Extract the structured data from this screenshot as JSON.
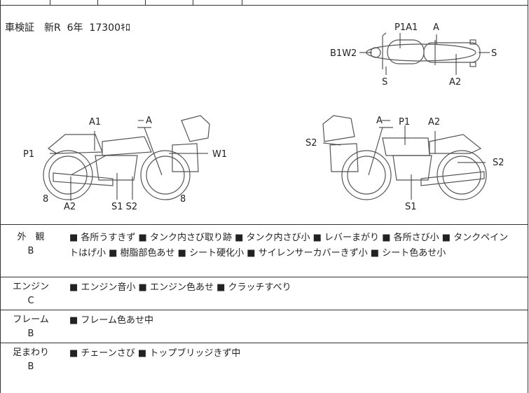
{
  "header": {
    "text": "車検証　新R  6年  17300ｷﾛ"
  },
  "diagram": {
    "labels": {
      "top_p1a1": "P1A1",
      "top_a": "A",
      "top_b1w2": "B1W2",
      "top_s_right": "S",
      "top_s_bottom": "S",
      "top_a2": "A2",
      "left_a1": "A1",
      "left_a": "A",
      "left_p1": "P1",
      "left_w1": "W1",
      "left_8a": "8",
      "left_a2": "A2",
      "left_s1s2": "S1 S2",
      "left_8b": "8",
      "right_a": "A",
      "right_p1": "P1",
      "right_a2": "A2",
      "right_s2a": "S2",
      "right_s2b": "S2",
      "right_s1": "S1"
    }
  },
  "sections": [
    {
      "label": "外　観",
      "grade": "B",
      "items_line1": "■ 各所うすきず ■ タンク内さび取り跡 ■ タンク内さび小 ■ レバーまがり ■ 各所さび小 ■ タンクペイン",
      "items_line2": "トはげ小 ■ 樹脂部色あせ ■ シート硬化小 ■ サイレンサーカバーきず小 ■ シート色あせ小"
    },
    {
      "label": "エンジン",
      "grade": "C",
      "items_line1": "■ エンジン音小 ■ エンジン色あせ ■ クラッチすべり",
      "items_line2": ""
    },
    {
      "label": "フレーム",
      "grade": "B",
      "items_line1": "■ フレーム色あせ中",
      "items_line2": ""
    },
    {
      "label": "足まわり",
      "grade": "B",
      "items_line1": "■ チェーンさび ■ トップブリッジきず中",
      "items_line2": ""
    }
  ]
}
